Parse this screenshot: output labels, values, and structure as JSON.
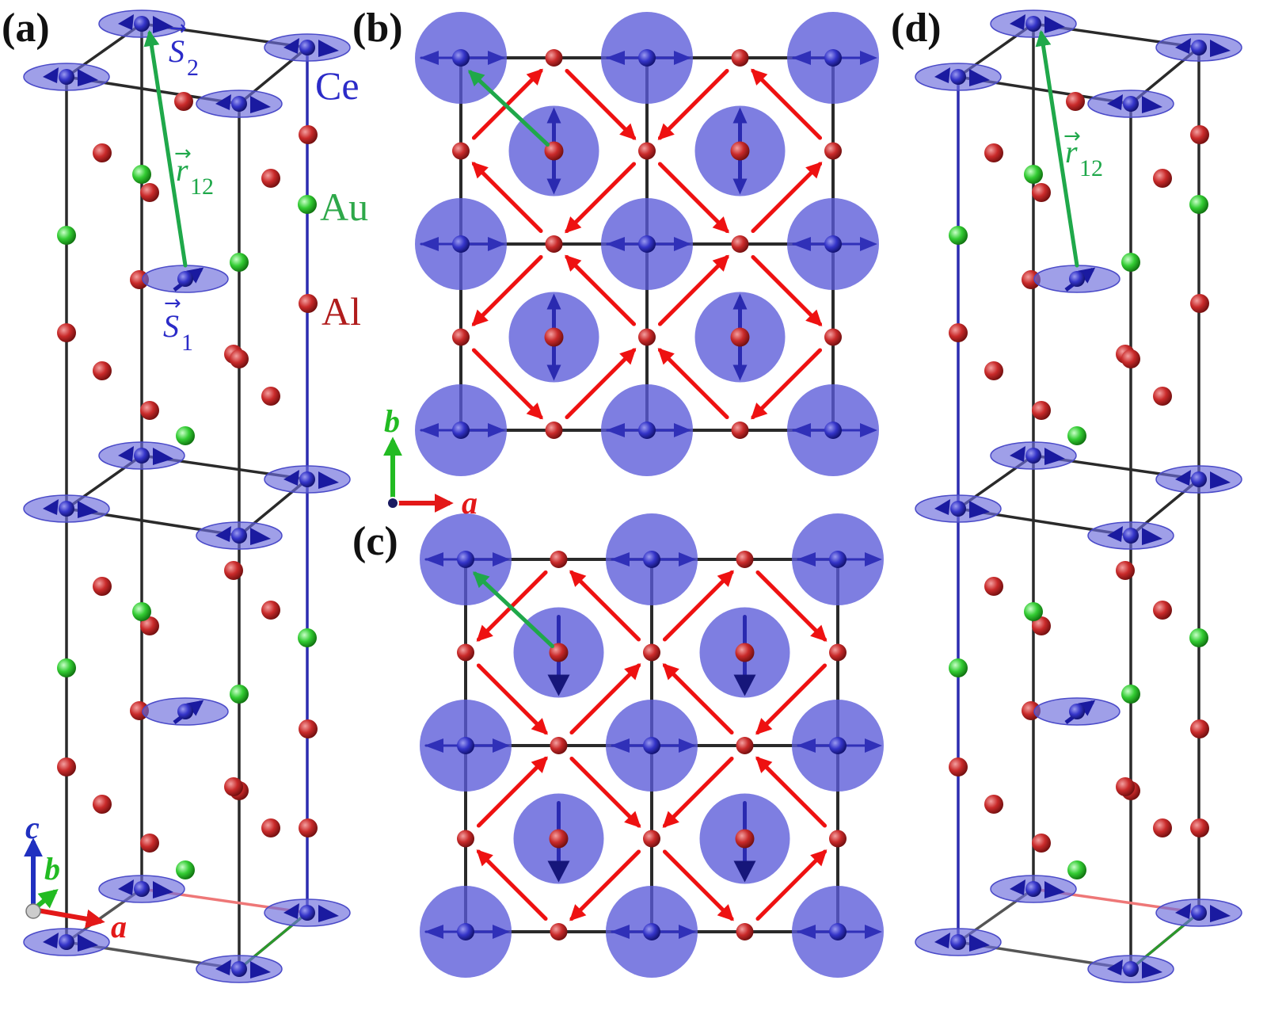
{
  "panels": {
    "a": "(a)",
    "b": "(b)",
    "c": "(c)",
    "d": "(d)"
  },
  "elements": {
    "ce": "Ce",
    "au": "Au",
    "al": "Al"
  },
  "vectors": {
    "s2": "S",
    "s2_sub": "2",
    "s1": "S",
    "s1_sub": "1",
    "r12": "r",
    "r12_sub": "12",
    "arrow_glyph": "→"
  },
  "axes": {
    "a": "a",
    "b": "b",
    "c": "c"
  },
  "colors": {
    "ce": "#2b2bc8",
    "ce_disk": "#6b6bdc",
    "al": "#c62828",
    "au": "#2ecc40",
    "bond": "#2a2a2a",
    "green_vec": "#1fa84a",
    "red_arrow": "#ee1111",
    "axis_a": "#e31818",
    "axis_b": "#22bb22",
    "axis_c": "#2030c0"
  }
}
